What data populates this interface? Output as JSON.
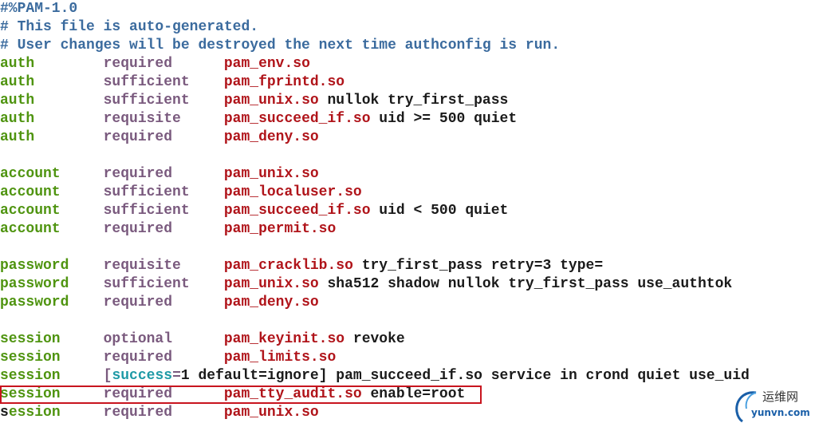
{
  "colors": {
    "comment": "#3b6b9e",
    "type": "#4f9410",
    "control": "#7a5a7e",
    "module": "#b0141a",
    "highlight_box": "#c8141e"
  },
  "lines": [
    [
      {
        "t": "#%PAM-1.0",
        "c": "comment"
      }
    ],
    [
      {
        "t": "# This file is auto-generated.",
        "c": "comment"
      }
    ],
    [
      {
        "t": "# User changes will be destroyed the next time authconfig is run.",
        "c": "comment"
      }
    ],
    [
      {
        "t": "auth        ",
        "c": "type"
      },
      {
        "t": "required      ",
        "c": "control"
      },
      {
        "t": "pam_env.so",
        "c": "module"
      }
    ],
    [
      {
        "t": "auth        ",
        "c": "type"
      },
      {
        "t": "sufficient    ",
        "c": "control"
      },
      {
        "t": "pam_fprintd.so",
        "c": "module"
      }
    ],
    [
      {
        "t": "auth        ",
        "c": "type"
      },
      {
        "t": "sufficient    ",
        "c": "control"
      },
      {
        "t": "pam_unix.so",
        "c": "module"
      },
      {
        "t": " nullok try_first_pass",
        "c": "text"
      }
    ],
    [
      {
        "t": "auth        ",
        "c": "type"
      },
      {
        "t": "requisite     ",
        "c": "control"
      },
      {
        "t": "pam_succeed_if.so",
        "c": "module"
      },
      {
        "t": " uid >= 500 quiet",
        "c": "text"
      }
    ],
    [
      {
        "t": "auth        ",
        "c": "type"
      },
      {
        "t": "required      ",
        "c": "control"
      },
      {
        "t": "pam_deny.so",
        "c": "module"
      }
    ],
    [],
    [
      {
        "t": "account     ",
        "c": "type"
      },
      {
        "t": "required      ",
        "c": "control"
      },
      {
        "t": "pam_unix.so",
        "c": "module"
      }
    ],
    [
      {
        "t": "account     ",
        "c": "type"
      },
      {
        "t": "sufficient    ",
        "c": "control"
      },
      {
        "t": "pam_localuser.so",
        "c": "module"
      }
    ],
    [
      {
        "t": "account     ",
        "c": "type"
      },
      {
        "t": "sufficient    ",
        "c": "control"
      },
      {
        "t": "pam_succeed_if.so",
        "c": "module"
      },
      {
        "t": " uid < 500 quiet",
        "c": "text"
      }
    ],
    [
      {
        "t": "account     ",
        "c": "type"
      },
      {
        "t": "required      ",
        "c": "control"
      },
      {
        "t": "pam_permit.so",
        "c": "module"
      }
    ],
    [],
    [
      {
        "t": "password    ",
        "c": "type"
      },
      {
        "t": "requisite     ",
        "c": "control"
      },
      {
        "t": "pam_cracklib.so",
        "c": "module"
      },
      {
        "t": " try_first_pass retry=3 type=",
        "c": "text"
      }
    ],
    [
      {
        "t": "password    ",
        "c": "type"
      },
      {
        "t": "sufficient    ",
        "c": "control"
      },
      {
        "t": "pam_unix.so",
        "c": "module"
      },
      {
        "t": " sha512 shadow nullok try_first_pass use_authtok",
        "c": "text"
      }
    ],
    [
      {
        "t": "password    ",
        "c": "type"
      },
      {
        "t": "required      ",
        "c": "control"
      },
      {
        "t": "pam_deny.so",
        "c": "module"
      }
    ],
    [],
    [
      {
        "t": "session     ",
        "c": "type"
      },
      {
        "t": "optional      ",
        "c": "control"
      },
      {
        "t": "pam_keyinit.so",
        "c": "module"
      },
      {
        "t": " revoke",
        "c": "text"
      }
    ],
    [
      {
        "t": "session     ",
        "c": "type"
      },
      {
        "t": "required      ",
        "c": "control"
      },
      {
        "t": "pam_limits.so",
        "c": "module"
      }
    ],
    [
      {
        "t": "session     ",
        "c": "type"
      },
      {
        "t": "[",
        "c": "control"
      },
      {
        "t": "success",
        "c": "key"
      },
      {
        "t": "=",
        "c": "control"
      },
      {
        "t": "1 default=ignore] pam_succeed_if.so service in crond quiet use_uid",
        "c": "text"
      }
    ],
    [
      {
        "t": "session     ",
        "c": "type"
      },
      {
        "t": "required      ",
        "c": "control"
      },
      {
        "t": "pam_tty_audit.so",
        "c": "module"
      },
      {
        "t": " enable=root",
        "c": "text"
      }
    ],
    [
      {
        "t": "s",
        "c": "cursor"
      },
      {
        "t": "ession     ",
        "c": "type"
      },
      {
        "t": "required      ",
        "c": "control"
      },
      {
        "t": "pam_unix.so",
        "c": "module"
      }
    ]
  ],
  "watermark": {
    "cn": "运维网",
    "en": "yunvn.com"
  }
}
